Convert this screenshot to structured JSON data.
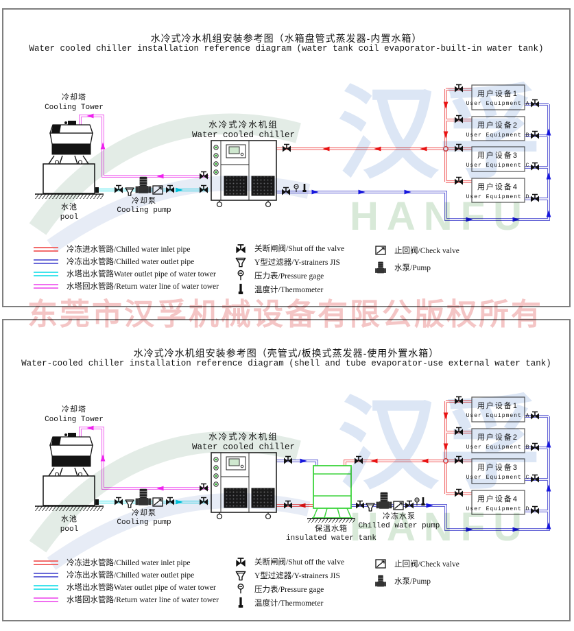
{
  "watermark": {
    "copyright": "东莞市汉孚机械设备有限公版权所有",
    "logo_cn": "汉孚",
    "logo_en": "HANFU"
  },
  "panel1": {
    "title_cn": "水冷式冷水机组安装参考图（水箱盘管式蒸发器-内置水箱）",
    "title_en": "Water cooled chiller installation reference diagram (water tank coil evaporator-built-in water tank)"
  },
  "panel2": {
    "title_cn": "水冷式冷水机组安装参考图（壳管式/板换式蒸发器-使用外置水箱）",
    "title_en": "Water-cooled chiller installation reference diagram (shell and tube evaporator-use external water tank)"
  },
  "equipment": {
    "cooling_tower_cn": "冷却塔",
    "cooling_tower_en": "Cooling Tower",
    "pool_cn": "水池",
    "pool_en": "pool",
    "cooling_pump_cn": "冷却泵",
    "cooling_pump_en": "Cooling pump",
    "chiller_cn": "水冷式冷水机组",
    "chiller_en": "Water cooled chiller",
    "tank_cn": "保温水箱",
    "tank_en": "insulated water tank",
    "chilled_pump_cn": "冷冻水泵",
    "chilled_pump_en": "Chilled water pump"
  },
  "users": [
    {
      "cn": "用户设备1",
      "en": "User Equipment A"
    },
    {
      "cn": "用户设备2",
      "en": "User Equipment B"
    },
    {
      "cn": "用户设备3",
      "en": "User Equipment C"
    },
    {
      "cn": "用户设备4",
      "en": "User Equipment D"
    }
  ],
  "legend": {
    "lines": [
      {
        "color": "#f26b6b",
        "label": "冷冻进水管路/Chilled water inlet pipe"
      },
      {
        "color": "#6a6ad8",
        "label": "冷冻出水管路/Chilled water outlet pipe"
      },
      {
        "color": "#3fe3ec",
        "label": "水塔出水管路Water outlet pipe of water tower"
      },
      {
        "color": "#f06df0",
        "label": "水塔回水管路/Return water line of water tower"
      }
    ],
    "symbols": [
      {
        "icon": "shutoff-valve-icon",
        "label": "关断闸阀/Shut off the valve"
      },
      {
        "icon": "y-strainer-icon",
        "label": "Y型过滤器/Y-strainers JIS"
      },
      {
        "icon": "pressure-gage-icon",
        "label": "压力表/Pressure gage"
      },
      {
        "icon": "thermometer-icon",
        "label": "温度计/Thermometer"
      },
      {
        "icon": "check-valve-icon",
        "label": "止回阀/Check valve"
      },
      {
        "icon": "pump-icon",
        "label": "水泵/Pump"
      }
    ]
  },
  "colors": {
    "chilled_inlet_red": "#f26b6b",
    "chilled_outlet_blue": "#6a6ad8",
    "tower_outlet_cyan": "#3fe3ec",
    "tower_return_magenta": "#f06df0",
    "tank_green": "#3ad43a",
    "watermark_pink": "#eb9696",
    "watermark_blue": "#dce6f5",
    "watermark_green": "#d8e9d8"
  }
}
